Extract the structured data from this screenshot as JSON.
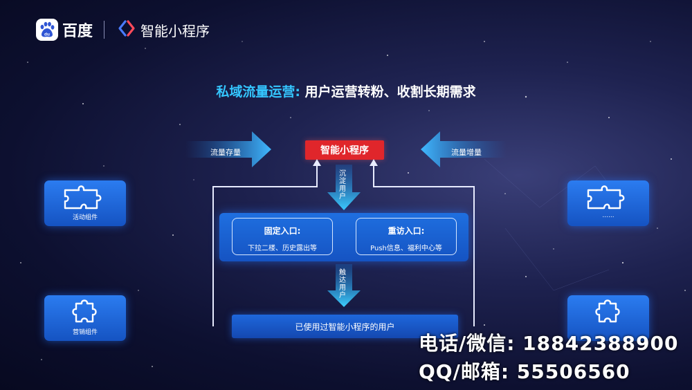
{
  "header": {
    "brand": "百度",
    "product": "智能小程序"
  },
  "headline": {
    "accent": "私域流量运营:",
    "main": "用户运营转粉、收割长期需求"
  },
  "center_label": "智能小程序",
  "left_arrow_label": "流量存量",
  "right_arrow_label": "流量增量",
  "down_arrow_top_label": "沉淀用户",
  "down_arrow_bottom_label": "触达用户",
  "entries": [
    {
      "title": "固定入口:",
      "subtitle": "下拉二楼、历史露出等"
    },
    {
      "title": "重访入口:",
      "subtitle": "Push信息、福利中心等"
    }
  ],
  "users_bar": "已使用过智能小程序的用户",
  "components": {
    "top_left": "活动组件",
    "bottom_left": "营销组件",
    "top_right": "......",
    "bottom_right": ""
  },
  "contact": {
    "phone": "电话/微信: 18842388900",
    "qq": "QQ/邮箱: 55506560"
  },
  "colors": {
    "accent": "#34c6ff",
    "red": "#e0262b",
    "blue": "#1f6fe0"
  }
}
